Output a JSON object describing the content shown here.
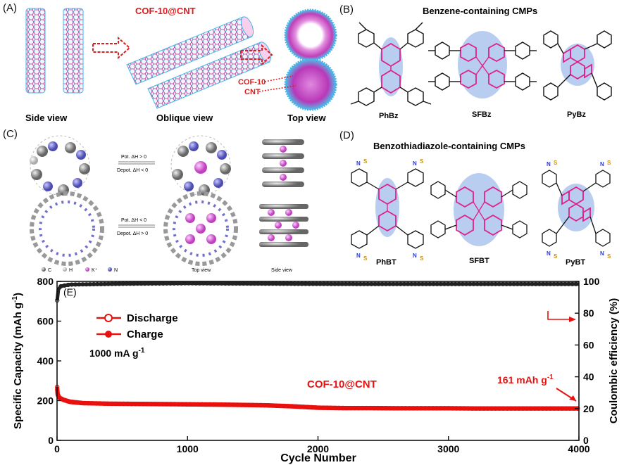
{
  "panels": {
    "a": {
      "label": "(A)",
      "title": "COF-10@CNT",
      "views": [
        "Side view",
        "Oblique view",
        "Top view"
      ],
      "callouts": [
        "COF-10",
        "CNT"
      ]
    },
    "b": {
      "label": "(B)",
      "title": "Benzene-containing CMPs",
      "structures": [
        "PhBz",
        "SFBz",
        "PyBz"
      ]
    },
    "c": {
      "label": "(C)",
      "row1": {
        "top": "Pot.   ΔH > 0",
        "bottom": "Depot.   ΔH < 0"
      },
      "row2": {
        "top": "Pot.   ΔH < 0",
        "bottom": "Depot.   ΔH > 0"
      },
      "legend": [
        "C",
        "H",
        "K⁺",
        "N"
      ],
      "views": [
        "Top view",
        "Side view"
      ]
    },
    "d": {
      "label": "(D)",
      "title": "Benzothiadiazole-containing CMPs",
      "structures": [
        "PhBT",
        "SFBT",
        "PyBT"
      ]
    },
    "e": {
      "label": "(E)",
      "legend": [
        "Discharge",
        "Charge"
      ],
      "rate": "1000 mA g",
      "rate_sup": "-1",
      "sample": "COF-10@CNT",
      "final_capacity": "161 mAh g",
      "final_sup": "-1"
    }
  },
  "colors": {
    "capacity": "#e8110f",
    "efficiency": "#222222",
    "highlight_pink": "#e0208a",
    "highlight_blue": "#a9c6ee"
  },
  "chart_data": {
    "type": "line",
    "xlabel": "Cycle Number",
    "ylabel_left": "Specific Capacity (mAh g",
    "ylabel_left_sup": "-1",
    "ylabel_left_end": ")",
    "ylabel_right": "Coulombic efficiency (%)",
    "xlim": [
      0,
      4000
    ],
    "ylim_left": [
      0,
      800
    ],
    "ylim_right": [
      0,
      100
    ],
    "xticks": [
      0,
      1000,
      2000,
      3000,
      4000
    ],
    "yticks_left": [
      0,
      200,
      400,
      600,
      800
    ],
    "yticks_right": [
      0,
      20,
      40,
      60,
      80,
      100
    ],
    "series": [
      {
        "name": "Discharge",
        "axis": "left",
        "x": [
          1,
          5,
          20,
          50,
          100,
          200,
          400,
          600,
          800,
          1000,
          1200,
          1400,
          1600,
          1800,
          2000,
          2200,
          2400,
          2600,
          2800,
          3000,
          3200,
          3400,
          3600,
          3800,
          4000
        ],
        "values": [
          270,
          232,
          215,
          205,
          195,
          188,
          185,
          184,
          183,
          182,
          181,
          179,
          177,
          172,
          165,
          163,
          163,
          162,
          162,
          162,
          161,
          161,
          161,
          161,
          161
        ]
      },
      {
        "name": "Charge",
        "axis": "left",
        "x": [
          1,
          5,
          20,
          50,
          100,
          200,
          400,
          600,
          800,
          1000,
          1200,
          1400,
          1600,
          1800,
          2000,
          2200,
          2400,
          2600,
          2800,
          3000,
          3200,
          3400,
          3600,
          3800,
          4000
        ],
        "values": [
          255,
          228,
          212,
          203,
          193,
          187,
          184,
          183,
          182,
          181,
          180,
          178,
          176,
          171,
          164,
          162,
          162,
          161,
          161,
          161,
          160,
          160,
          160,
          160,
          160
        ]
      },
      {
        "name": "Coulombic efficiency",
        "axis": "right",
        "x": [
          1,
          10,
          30,
          100,
          500,
          1000,
          1500,
          2000,
          2500,
          3000,
          3500,
          4000
        ],
        "values": [
          88,
          95,
          97,
          98,
          98.5,
          98.8,
          98.6,
          98.4,
          98.3,
          98.3,
          98.3,
          98.3
        ]
      }
    ]
  }
}
